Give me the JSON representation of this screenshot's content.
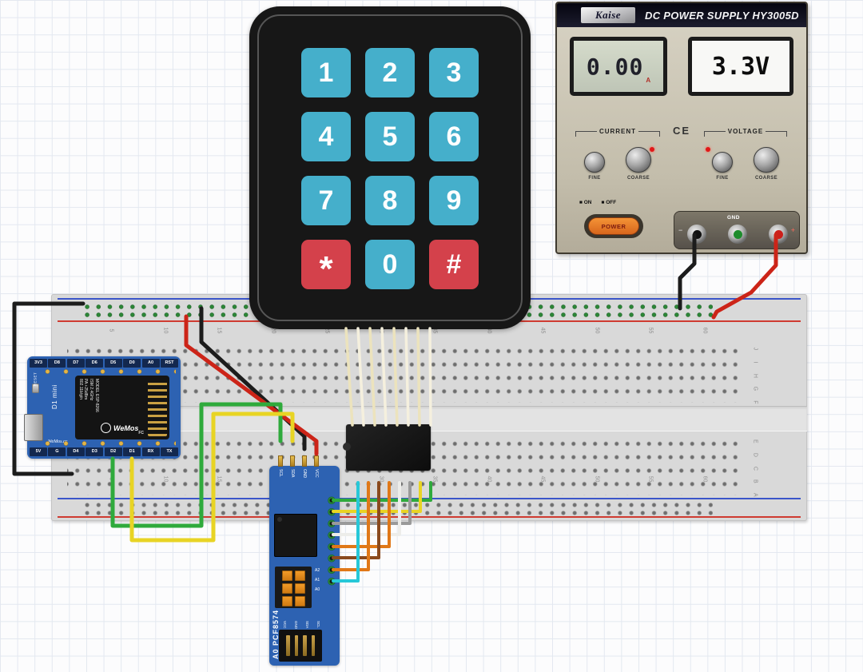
{
  "colors": {
    "wire-black": "#1c1c1c",
    "wire-red": "#cc2418",
    "wire-green": "#2faa3c",
    "wire-yellow": "#e8d424",
    "wire-orange": "#e07818",
    "wire-brown": "#8a4a1e",
    "wire-gray": "#9a9a9a",
    "wire-white": "#ededea",
    "wire-cyan": "#27c8d8",
    "ribbon-pale": "#ece3bd",
    "ribbon-light": "#f5f0de",
    "key-teal": "#45afcb",
    "key-red": "#d4414b",
    "board-blue": "#2d62b2",
    "rail-red": "#cf3b31",
    "rail-blue": "#3b55c9"
  },
  "keypad": {
    "keys": [
      "1",
      "2",
      "3",
      "4",
      "5",
      "6",
      "7",
      "8",
      "9",
      "*",
      "0",
      "#"
    ]
  },
  "power_supply": {
    "brand": "Kaise",
    "model_title": "DC POWER SUPPLY HY3005D",
    "current_value": "0.00",
    "current_unit": "A",
    "voltage_value": "3.3V",
    "current_label": "CURRENT",
    "voltage_label": "VOLTAGE",
    "ce_mark": "CE",
    "fine_label": "FINE",
    "coarse_label": "COARSE",
    "on_label": "■ ON",
    "off_label": "■ OFF",
    "power_label": "POWER",
    "gnd_label": "GND",
    "minus_label": "−",
    "plus_label": "+"
  },
  "wemos": {
    "brand": "WeMos",
    "board_name": "D1 mini",
    "site": "WeMos.cc",
    "reset_label": "RESET",
    "fcc": "FC",
    "chip_lines": [
      "MODEL ESP-8266",
      "ISM 2.4GHz",
      "PA +25dBm",
      "802.11b/g/n"
    ],
    "top_pins": [
      "3V3",
      "D8",
      "D7",
      "D6",
      "D5",
      "D0",
      "A0",
      "RST"
    ],
    "bottom_pins": [
      "5V",
      "G",
      "D4",
      "D3",
      "D2",
      "D1",
      "RX",
      "TX"
    ]
  },
  "pcf8574": {
    "board_label": "A0 PCF8574",
    "top_pin_labels": [
      "SCL",
      "SDA",
      "GND",
      "VCC"
    ],
    "jumper_labels": [
      "A2",
      "A1",
      "A0"
    ],
    "bottom_pin_labels": [
      "VCC",
      "GND",
      "SDA",
      "SCL"
    ]
  },
  "breadboard": {
    "column_numbers": [
      "5",
      "10",
      "15",
      "20",
      "25",
      "30",
      "35",
      "40",
      "45",
      "50",
      "55",
      "60"
    ],
    "row_letters_top": [
      "J",
      "I",
      "H",
      "G",
      "F"
    ],
    "row_letters_bottom": [
      "E",
      "D",
      "C",
      "B",
      "A"
    ]
  }
}
